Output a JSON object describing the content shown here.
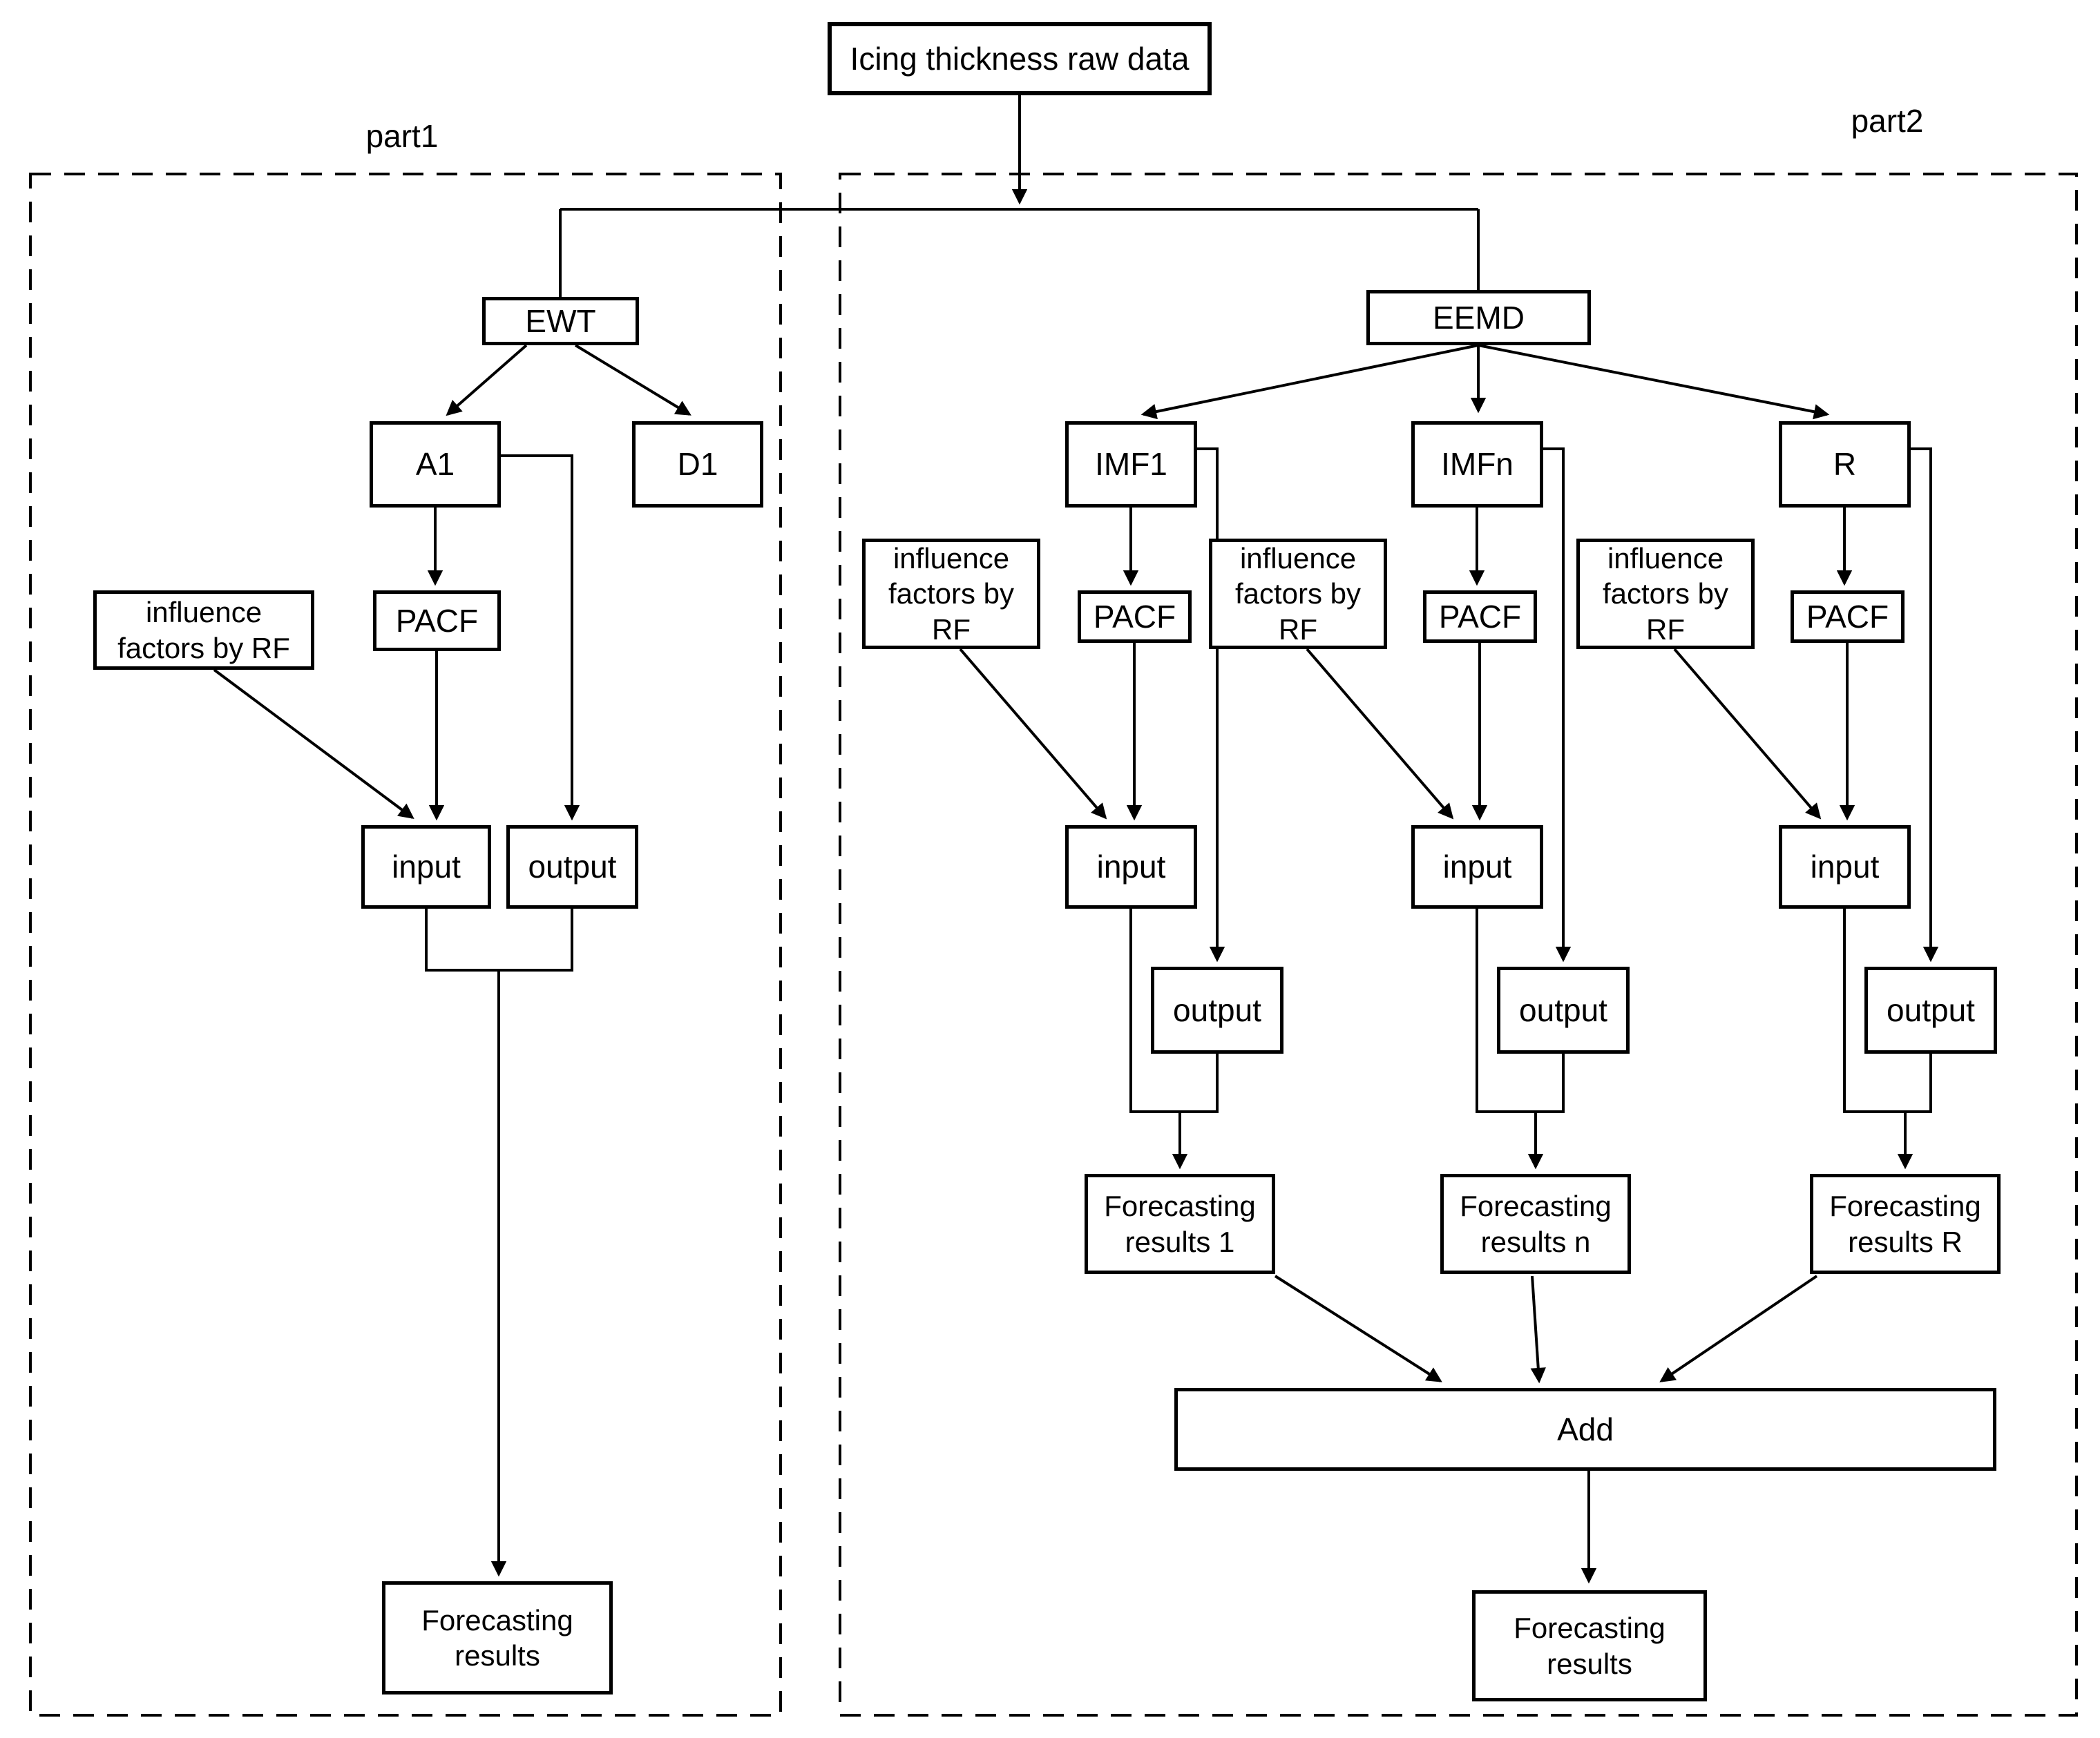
{
  "diagram": {
    "source_label": "Icing thickness raw data",
    "part1_label": "part1",
    "part2_label": "part2"
  },
  "part1": {
    "ewt_label": "EWT",
    "a1_label": "A1",
    "d1_label": "D1",
    "pacf_label": "PACF",
    "influence_lines": [
      "influence",
      "factors by RF"
    ],
    "input_label": "input",
    "output_label": "output",
    "result_lines": [
      "Forecasting",
      "results"
    ]
  },
  "part2": {
    "eemd_label": "EEMD",
    "branches": [
      {
        "source_label": "IMF1",
        "pacf_label": "PACF",
        "influence_lines": [
          "influence",
          "factors by",
          "RF"
        ],
        "input_label": "input",
        "output_label": "output",
        "result_lines": [
          "Forecasting",
          "results 1"
        ]
      },
      {
        "source_label": "IMFn",
        "pacf_label": "PACF",
        "influence_lines": [
          "influence",
          "factors by",
          "RF"
        ],
        "input_label": "input",
        "output_label": "output",
        "result_lines": [
          "Forecasting",
          "results n"
        ]
      },
      {
        "source_label": "R",
        "pacf_label": "PACF",
        "influence_lines": [
          "influence",
          "factors by",
          "RF"
        ],
        "input_label": "input",
        "output_label": "output",
        "result_lines": [
          "Forecasting",
          "results R"
        ]
      }
    ],
    "add_label": "Add",
    "result_lines": [
      "Forecasting",
      "results"
    ]
  }
}
